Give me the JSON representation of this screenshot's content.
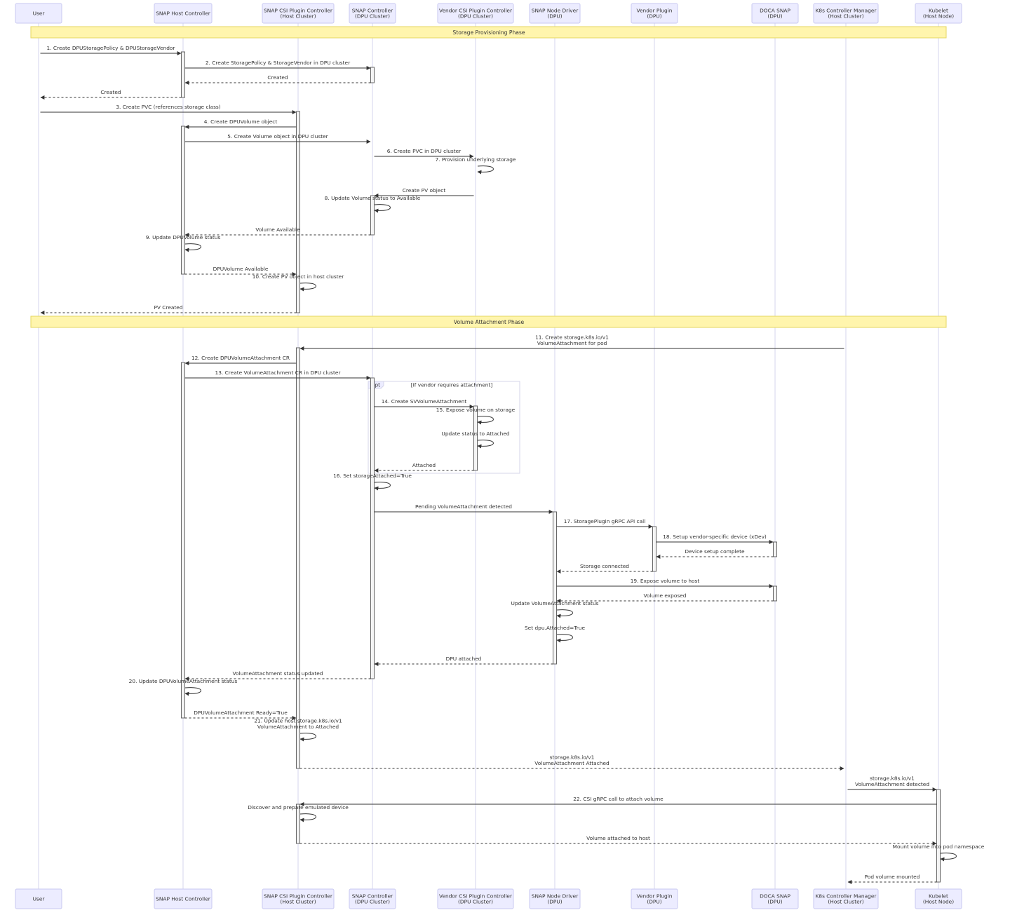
{
  "actors": [
    {
      "id": "user",
      "lines": [
        "User"
      ]
    },
    {
      "id": "shc",
      "lines": [
        "SNAP Host Controller"
      ]
    },
    {
      "id": "csih",
      "lines": [
        "SNAP CSI Plugin Controller",
        "(Host Cluster)"
      ]
    },
    {
      "id": "snapc",
      "lines": [
        "SNAP Controller",
        "(DPU Cluster)"
      ]
    },
    {
      "id": "vcsi",
      "lines": [
        "Vendor CSI Plugin Controller",
        "(DPU Cluster)"
      ]
    },
    {
      "id": "nd",
      "lines": [
        "SNAP Node Driver",
        "(DPU)"
      ]
    },
    {
      "id": "vp",
      "lines": [
        "Vendor Plugin",
        "(DPU)"
      ]
    },
    {
      "id": "doca",
      "lines": [
        "DOCA SNAP",
        "(DPU)"
      ]
    },
    {
      "id": "k8s",
      "lines": [
        "K8s Controller Manager",
        "(Host Cluster)"
      ]
    },
    {
      "id": "kubelet",
      "lines": [
        "Kubelet",
        "(Host Node)"
      ]
    }
  ],
  "phases": [
    {
      "label": "Storage Provisioning Phase"
    },
    {
      "label": "Volume Attachment Phase"
    }
  ],
  "opt": {
    "tag": "opt",
    "condition": "[If vendor requires attachment]"
  },
  "messages": [
    {
      "from": "user",
      "to": "shc",
      "lines": [
        "1. Create DPUStoragePolicy & DPUStorageVendor"
      ]
    },
    {
      "from": "shc",
      "to": "snapc",
      "lines": [
        "2. Create StoragePolicy & StorageVendor in DPU cluster"
      ]
    },
    {
      "from": "snapc",
      "to": "shc",
      "lines": [
        "Created"
      ],
      "dashed": true
    },
    {
      "from": "shc",
      "to": "user",
      "lines": [
        "Created"
      ],
      "dashed": true
    },
    {
      "from": "user",
      "to": "csih",
      "lines": [
        "3. Create PVC (references storage class)"
      ]
    },
    {
      "from": "csih",
      "to": "shc",
      "lines": [
        "4. Create DPUVolume object"
      ]
    },
    {
      "from": "shc",
      "to": "snapc",
      "lines": [
        "5. Create Volume object in DPU cluster"
      ]
    },
    {
      "from": "snapc",
      "to": "vcsi",
      "lines": [
        "6. Create PVC in DPU cluster"
      ]
    },
    {
      "from": "vcsi",
      "to": "vcsi",
      "lines": [
        "7. Provision underlying storage"
      ]
    },
    {
      "from": "vcsi",
      "to": "snapc",
      "lines": [
        "Create PV object"
      ]
    },
    {
      "from": "snapc",
      "to": "snapc",
      "lines": [
        "8. Update Volume status to Available"
      ]
    },
    {
      "from": "snapc",
      "to": "shc",
      "lines": [
        "Volume Available"
      ],
      "dashed": true
    },
    {
      "from": "shc",
      "to": "shc",
      "lines": [
        "9. Update DPUVolume status"
      ]
    },
    {
      "from": "shc",
      "to": "csih",
      "lines": [
        "DPUVolume Available"
      ],
      "dashed": true
    },
    {
      "from": "csih",
      "to": "csih",
      "lines": [
        "10. Create PV object in host cluster"
      ]
    },
    {
      "from": "csih",
      "to": "user",
      "lines": [
        "PV Created"
      ],
      "dashed": true
    },
    {
      "from": "k8s",
      "to": "csih",
      "lines": [
        "11. Create storage.k8s.io/v1",
        "VolumeAttachment for pod"
      ]
    },
    {
      "from": "csih",
      "to": "shc",
      "lines": [
        "12. Create DPUVolumeAttachment CR"
      ]
    },
    {
      "from": "shc",
      "to": "snapc",
      "lines": [
        "13. Create VolumeAttachment CR in DPU cluster"
      ]
    },
    {
      "from": "snapc",
      "to": "vcsi",
      "lines": [
        "14. Create SVVolumeAttachment"
      ]
    },
    {
      "from": "vcsi",
      "to": "vcsi",
      "lines": [
        "15. Expose volume on storage"
      ]
    },
    {
      "from": "vcsi",
      "to": "vcsi",
      "lines": [
        "Update status to Attached"
      ]
    },
    {
      "from": "vcsi",
      "to": "snapc",
      "lines": [
        "Attached"
      ],
      "dashed": true
    },
    {
      "from": "snapc",
      "to": "snapc",
      "lines": [
        "16. Set storageAttached=True"
      ]
    },
    {
      "from": "snapc",
      "to": "nd",
      "lines": [
        "Pending VolumeAttachment detected"
      ]
    },
    {
      "from": "nd",
      "to": "vp",
      "lines": [
        "17. StoragePlugin gRPC API call"
      ]
    },
    {
      "from": "vp",
      "to": "doca",
      "lines": [
        "18. Setup vendor-specific device (xDev)"
      ]
    },
    {
      "from": "doca",
      "to": "vp",
      "lines": [
        "Device setup complete"
      ],
      "dashed": true
    },
    {
      "from": "vp",
      "to": "nd",
      "lines": [
        "Storage connected"
      ],
      "dashed": true
    },
    {
      "from": "nd",
      "to": "doca",
      "lines": [
        "19. Expose volume to host"
      ]
    },
    {
      "from": "doca",
      "to": "nd",
      "lines": [
        "Volume exposed"
      ],
      "dashed": true
    },
    {
      "from": "nd",
      "to": "nd",
      "lines": [
        "Update VolumeAttachment status"
      ]
    },
    {
      "from": "nd",
      "to": "nd",
      "lines": [
        "Set dpu.Attached=True"
      ]
    },
    {
      "from": "nd",
      "to": "snapc",
      "lines": [
        "DPU attached"
      ],
      "dashed": true
    },
    {
      "from": "snapc",
      "to": "shc",
      "lines": [
        "VolumeAttachment status updated"
      ],
      "dashed": true
    },
    {
      "from": "shc",
      "to": "shc",
      "lines": [
        "20. Update DPUVolumeAttachment status"
      ]
    },
    {
      "from": "shc",
      "to": "csih",
      "lines": [
        "DPUVolumeAttachment Ready=True"
      ],
      "dashed": true
    },
    {
      "from": "csih",
      "to": "csih",
      "lines": [
        "21. Update host storage.k8s.io/v1",
        "VolumeAttachment to Attached"
      ]
    },
    {
      "from": "csih",
      "to": "k8s",
      "lines": [
        "storage.k8s.io/v1",
        "VolumeAttachment Attached"
      ],
      "dashed": true
    },
    {
      "from": "k8s",
      "to": "kubelet",
      "lines": [
        "storage.k8s.io/v1",
        "VolumeAttachment detected"
      ]
    },
    {
      "from": "kubelet",
      "to": "csih",
      "lines": [
        "22. CSI gRPC call to attach volume"
      ]
    },
    {
      "from": "csih",
      "to": "csih",
      "lines": [
        "Discover and prepare emulated device"
      ]
    },
    {
      "from": "csih",
      "to": "kubelet",
      "lines": [
        "Volume attached to host"
      ],
      "dashed": true
    },
    {
      "from": "kubelet",
      "to": "kubelet",
      "lines": [
        "Mount volume into pod namespace"
      ]
    },
    {
      "from": "kubelet",
      "to": "k8s",
      "lines": [
        "Pod volume mounted"
      ],
      "dashed": true
    }
  ]
}
